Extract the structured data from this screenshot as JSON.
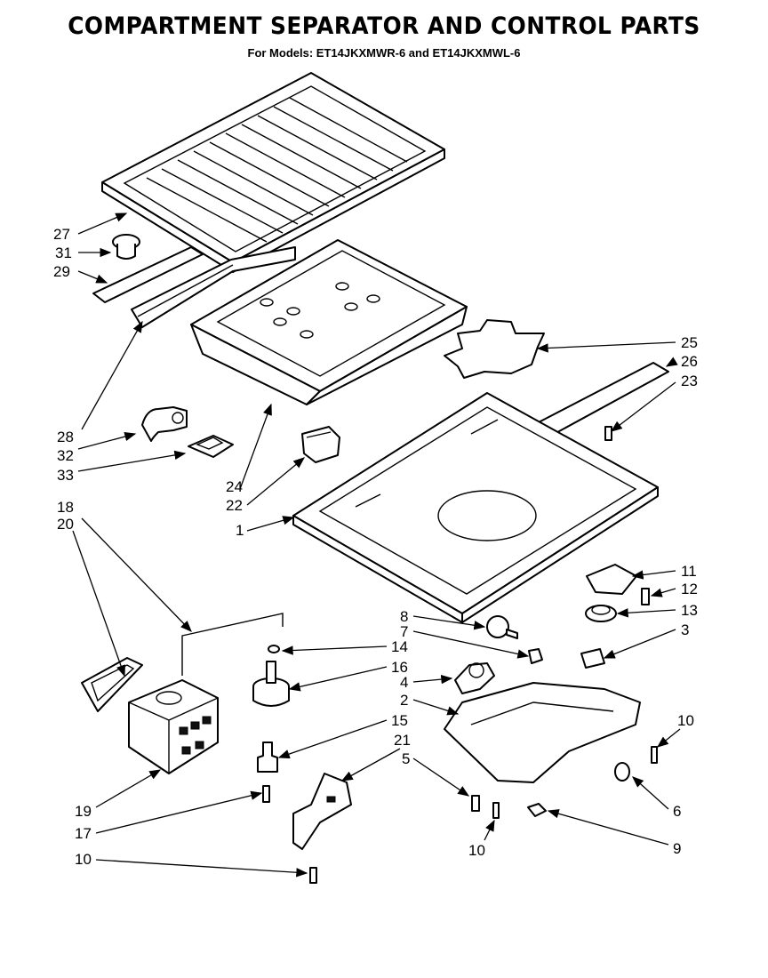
{
  "header": {
    "title": "COMPARTMENT SEPARATOR AND CONTROL PARTS",
    "subtitle": "For Models: ET14JKXMWR-6  and ET14JKXMWL-6"
  },
  "callouts": {
    "c1": "1",
    "c2": "2",
    "c3": "3",
    "c4": "4",
    "c5": "5",
    "c6": "6",
    "c7": "7",
    "c8": "8",
    "c9": "9",
    "c10a": "10",
    "c10b": "10",
    "c10c": "10",
    "c11": "11",
    "c12": "12",
    "c13": "13",
    "c14": "14",
    "c15": "15",
    "c16": "16",
    "c17": "17",
    "c18": "18",
    "c19": "19",
    "c20": "20",
    "c21": "21",
    "c22": "22",
    "c23": "23",
    "c24": "24",
    "c25": "25",
    "c26": "26",
    "c27": "27",
    "c28": "28",
    "c29": "29",
    "c31": "31",
    "c32": "32",
    "c33": "33"
  }
}
